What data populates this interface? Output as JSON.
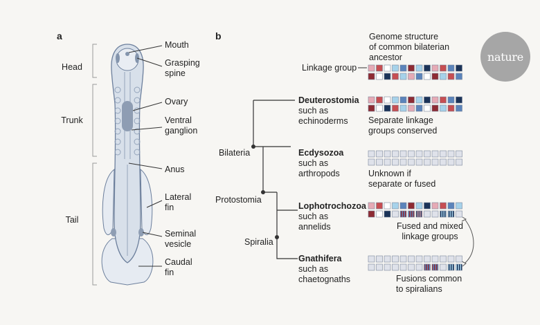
{
  "panel_a": {
    "label": "a",
    "regions": {
      "head": "Head",
      "trunk": "Trunk",
      "tail": "Tail"
    },
    "anatomy": {
      "mouth": "Mouth",
      "grasping_spine": "Grasping\nspine",
      "ovary": "Ovary",
      "ventral_ganglion": "Ventral\nganglion",
      "anus": "Anus",
      "lateral_fin": "Lateral\nfin",
      "seminal_vesicle": "Seminal\nvesicle",
      "caudal_fin": "Caudal\nfin"
    }
  },
  "panel_b": {
    "label": "b",
    "genome_title": "Genome structure\nof common bilaterian\nancestor",
    "linkage_group_label": "Linkage group",
    "nodes": {
      "bilateria": "Bilateria",
      "protostomia": "Protostomia",
      "spiralia": "Spiralia"
    },
    "taxa": [
      {
        "name": "Deuterostomia",
        "example": "such as\nechinoderms",
        "note": "Separate linkage\ngroups conserved"
      },
      {
        "name": "Ecdysozoa",
        "example": "such as\narthropods",
        "note": "Unknown if\nseparate or fused"
      },
      {
        "name": "Lophotrochozoa",
        "example": "such as\nannelids",
        "note": "Fused and mixed\nlinkage groups"
      },
      {
        "name": "Gnathifera",
        "example": "such as\nchaetognaths",
        "note": "Fusions common\nto spiralians"
      }
    ]
  },
  "logo": {
    "text": "nature"
  },
  "colors": {
    "dark_red": "#8e2b33",
    "pink": "#e6aab5",
    "mid_blue": "#5b84bb",
    "light_blue": "#a6d2ea",
    "navy": "#1b3358",
    "red": "#c64e52",
    "white": "#ffffff",
    "grey": "#dfe2ea",
    "line": "#333333",
    "body_fill": "#d8e0ea",
    "body_stroke": "#6c7f9c"
  }
}
